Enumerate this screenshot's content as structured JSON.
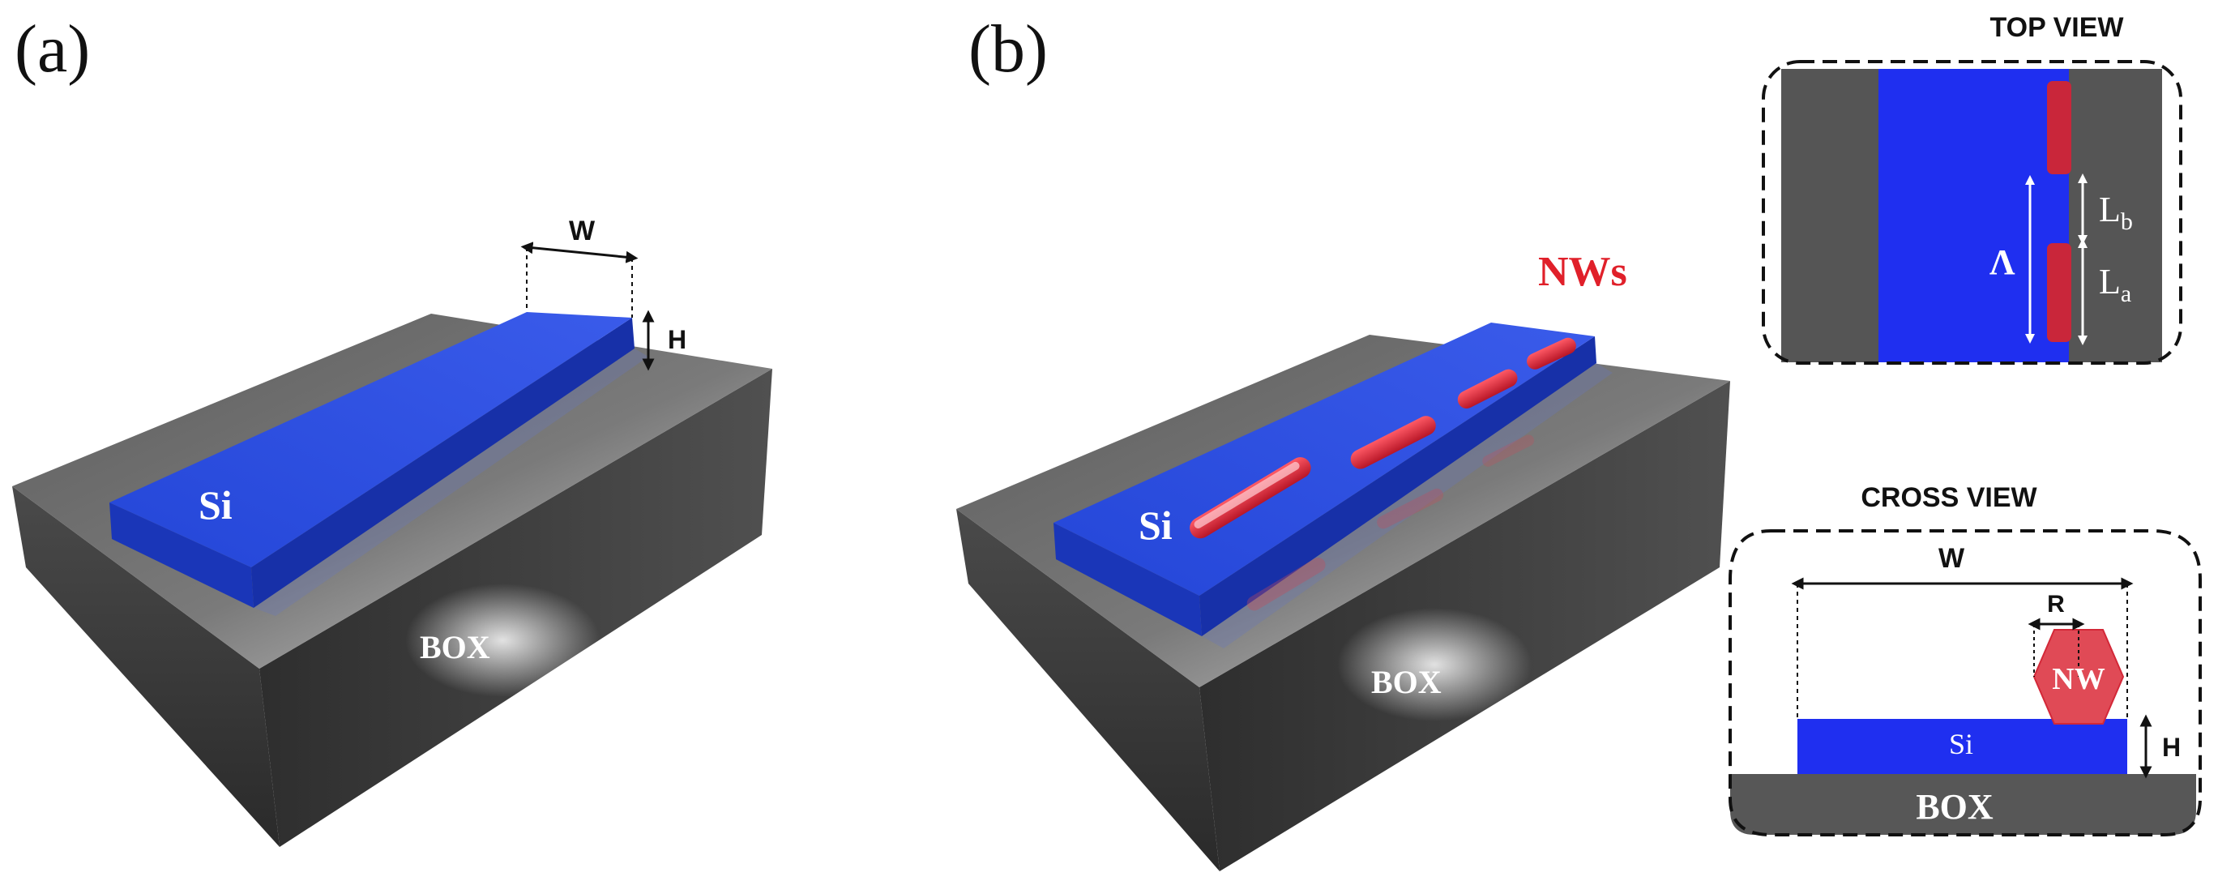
{
  "panels": {
    "a": {
      "label": "(a)",
      "width_label": "W",
      "height_label": "H",
      "waveguide_label": "Si",
      "substrate_label": "BOX"
    },
    "b": {
      "label": "(b)",
      "waveguide_label": "Si",
      "substrate_label": "BOX",
      "nanowire_label": "NWs"
    }
  },
  "top_view": {
    "title": "TOP VIEW",
    "period_label": "Λ",
    "lb_main": "L",
    "lb_sub": "b",
    "la_main": "L",
    "la_sub": "a"
  },
  "cross_view": {
    "title": "CROSS VIEW",
    "width_label": "W",
    "radius_label": "R",
    "nanowire_label": "NW",
    "waveguide_label": "Si",
    "height_label": "H",
    "substrate_label": "BOX"
  },
  "colors": {
    "silicon": "#1f3fd6",
    "silicon_dark": "#17309e",
    "nanowire": "#d8293a",
    "box_top": "#6e6e6e",
    "box_side": "#3a3a3a",
    "cross_box": "#575757",
    "top_view_gray": "#555555"
  }
}
